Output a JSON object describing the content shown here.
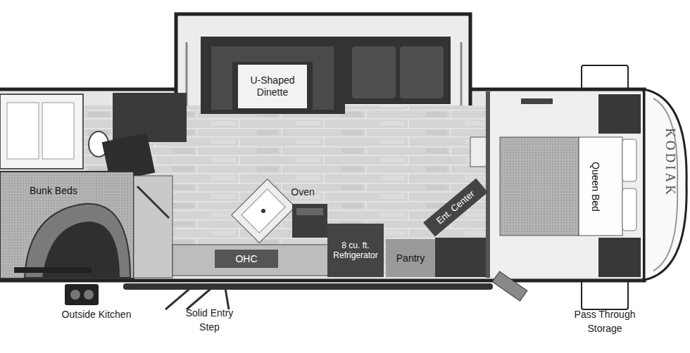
{
  "diagram": {
    "nodes": [
      {
        "text": [
          "U-Shaped Dinette"
        ]
      },
      {
        "text": [
          "Bunk Beds"
        ]
      },
      {
        "text": [
          "OHC"
        ]
      },
      {
        "text": [
          "8 cu. ft. Refrigerator"
        ]
      },
      {
        "text": [
          "Pantry"
        ]
      },
      {
        "text": [
          "Ent. Center"
        ]
      },
      {
        "text": [
          "Queen Bed"
        ]
      }
    ],
    "labels": [
      "Oven",
      "Outside Kitchen",
      "Solid Entry Step",
      "Pass Through Storage",
      "KODIAK"
    ]
  }
}
